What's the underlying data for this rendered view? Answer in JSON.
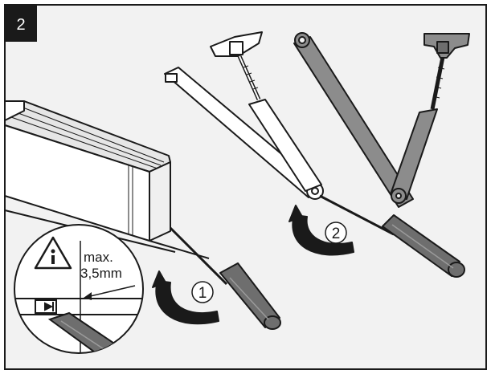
{
  "step": {
    "number": "2"
  },
  "callout": {
    "line1": "max.",
    "line2": "3,5mm",
    "icon": "info-warning-triangle-icon"
  },
  "markers": {
    "first": "1",
    "second": "2"
  },
  "colors": {
    "background": "#f2f2f2",
    "frame": "#1a1a1a",
    "badge": "#1a1a1a",
    "gray_arm": "#8c8c8c",
    "white_arm": "#ffffff",
    "screwdriver_handle": "#6e6e6e",
    "closer_body": "#ececec"
  }
}
